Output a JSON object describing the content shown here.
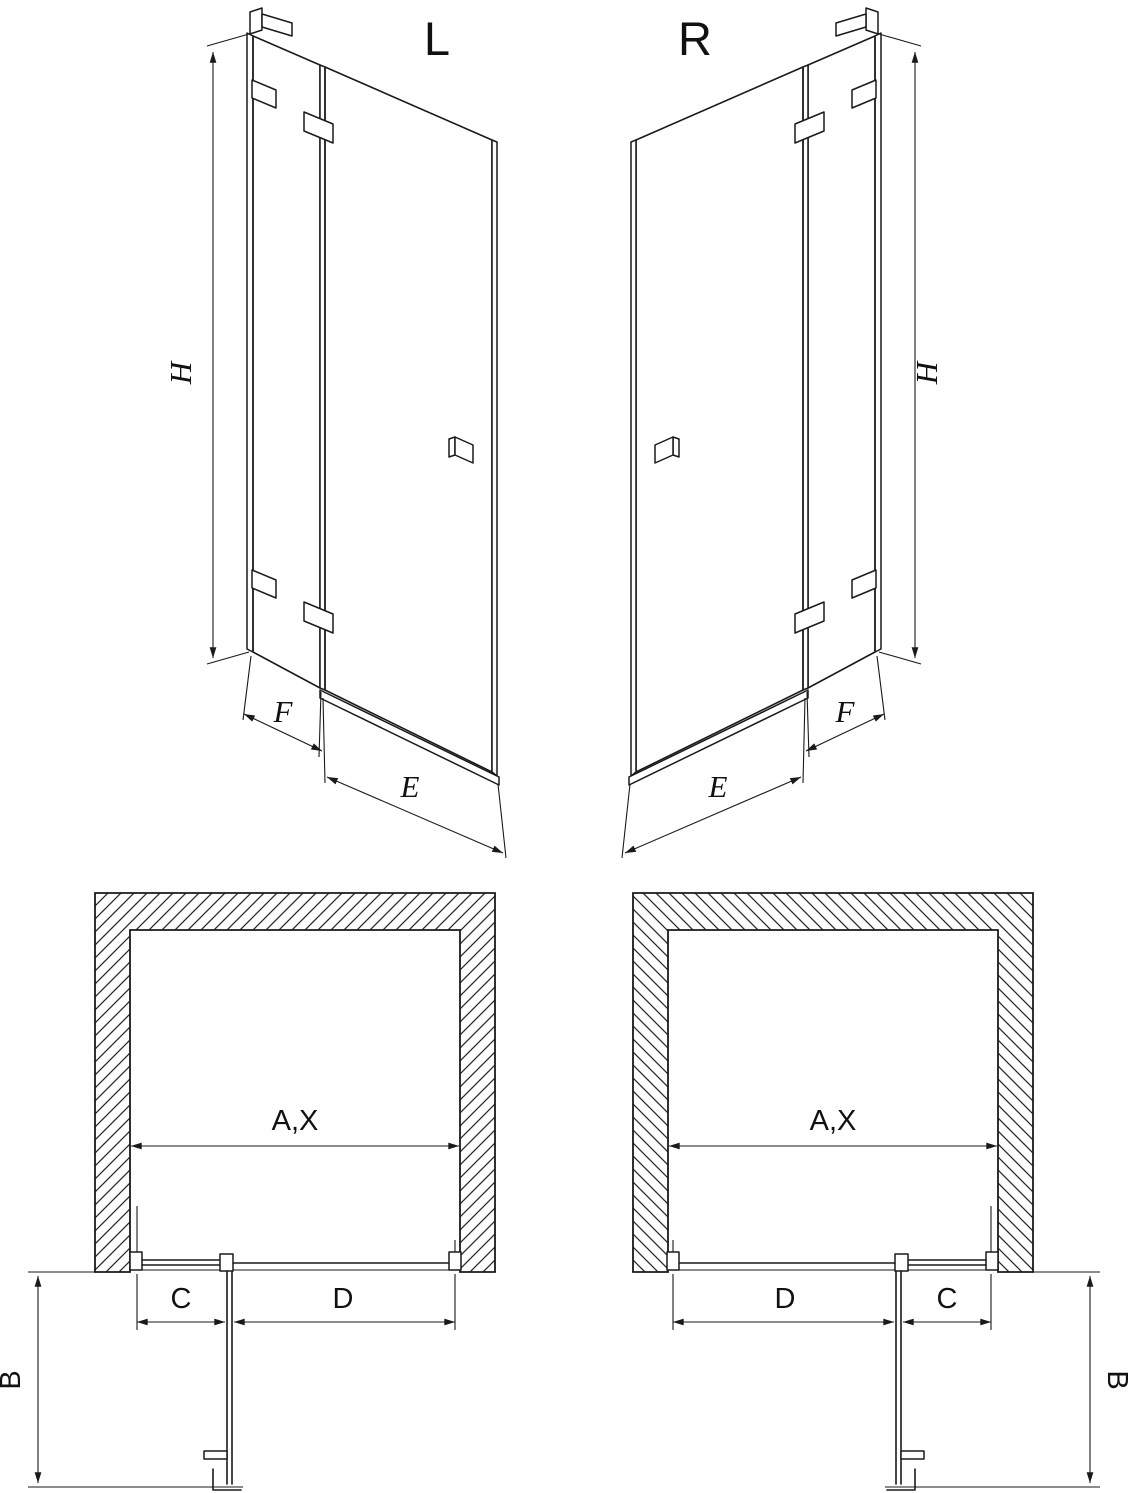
{
  "colors": {
    "line": "#1a1a1a",
    "background": "#ffffff",
    "hatch": "#2a2a2a"
  },
  "perspective_views": {
    "left": {
      "orientation_label": "L",
      "height_dim": "H",
      "door_width_dim": "E",
      "fixed_panel_dim": "F"
    },
    "right": {
      "orientation_label": "R",
      "height_dim": "H",
      "door_width_dim": "E",
      "fixed_panel_dim": "F"
    }
  },
  "plan_views": {
    "left": {
      "opening_width_dim": "A,X",
      "fixed_segment_dim": "C",
      "door_segment_dim": "D",
      "depth_dim": "B"
    },
    "right": {
      "opening_width_dim": "A,X",
      "fixed_segment_dim": "C",
      "door_segment_dim": "D",
      "depth_dim": "B"
    }
  }
}
